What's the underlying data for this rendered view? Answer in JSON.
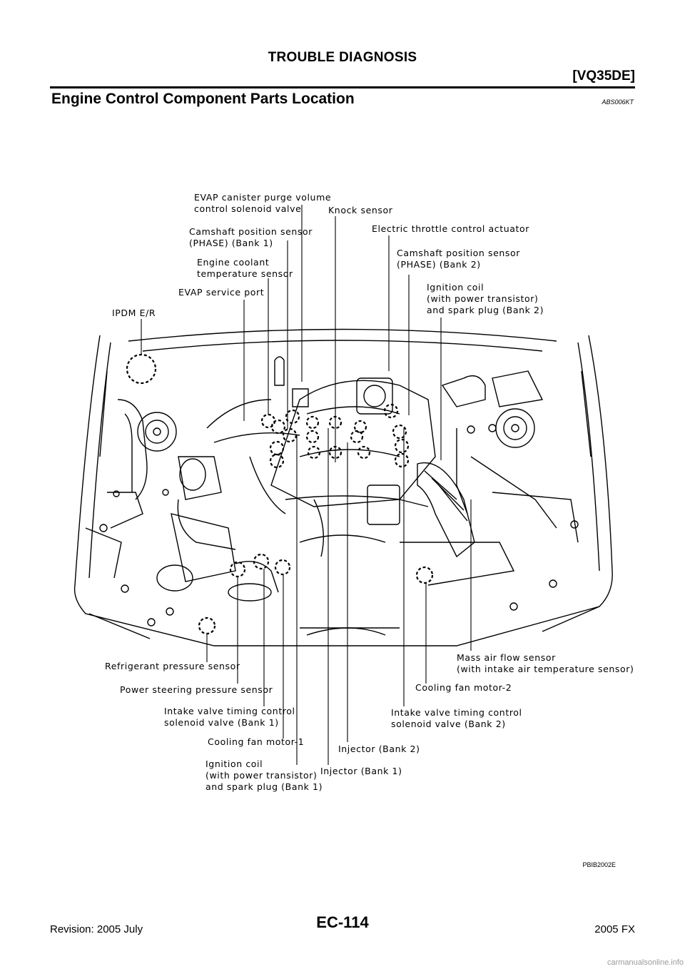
{
  "header": {
    "title": "TROUBLE DIAGNOSIS",
    "model_code": "[VQ35DE]"
  },
  "section": {
    "title": "Engine Control Component Parts Location",
    "code": "ABS006KT"
  },
  "figure": {
    "code": "PBIB2002E",
    "labels": {
      "evap_purge": [
        "EVAP canister purge volume",
        "control solenoid valve"
      ],
      "knock_sensor": [
        "Knock sensor"
      ],
      "etc_actuator": [
        "Electric throttle control actuator"
      ],
      "cam_bank1": [
        "Camshaft position sensor",
        "(PHASE) (Bank 1)"
      ],
      "cam_bank2": [
        "Camshaft position sensor",
        "(PHASE) (Bank 2)"
      ],
      "coolant_temp": [
        "Engine coolant",
        "temperature sensor"
      ],
      "ign_bank2": [
        "Ignition coil",
        "(with power transistor)",
        "and spark plug (Bank 2)"
      ],
      "evap_port": [
        "EVAP service port"
      ],
      "ipdm": [
        "IPDM E/R"
      ],
      "refrig_sensor": [
        "Refrigerant pressure sensor"
      ],
      "maf_sensor": [
        "Mass air flow sensor",
        "(with intake air temperature sensor)"
      ],
      "ps_sensor": [
        "Power steering pressure sensor"
      ],
      "fan2": [
        "Cooling fan motor-2"
      ],
      "ivt_bank1": [
        "Intake valve timing control",
        "solenoid valve (Bank 1)"
      ],
      "ivt_bank2": [
        "Intake valve timing control",
        "solenoid valve (Bank 2)"
      ],
      "fan1": [
        "Cooling fan motor-1"
      ],
      "inj_bank2": [
        "Injector (Bank 2)"
      ],
      "ign_bank1": [
        "Ignition coil",
        "(with power transistor)",
        "and spark plug (Bank 1)"
      ],
      "inj_bank1": [
        "Injector (Bank 1)"
      ]
    }
  },
  "footer": {
    "revision": "Revision: 2005 July",
    "page": "EC-114",
    "model": "2005 FX",
    "watermark": "carmanualsonline.info"
  }
}
